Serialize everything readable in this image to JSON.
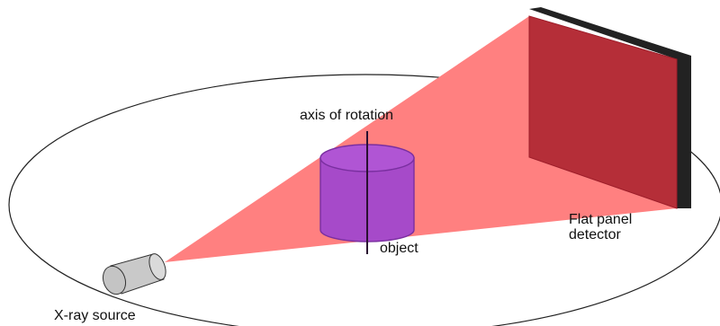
{
  "labels": {
    "axis": "axis of rotation",
    "object": "object",
    "detector_line1": "Flat panel",
    "detector_line2": "detector",
    "source": "X-ray source"
  },
  "colors": {
    "beam": "#ff8080",
    "detector_front": "#b52e38",
    "detector_edge": "#222222",
    "object_fill": "#a64ac9",
    "object_top": "#b055d4",
    "object_stroke": "#7a2fa0",
    "source_body": "#c9c9c9",
    "orbit": "#222222"
  }
}
